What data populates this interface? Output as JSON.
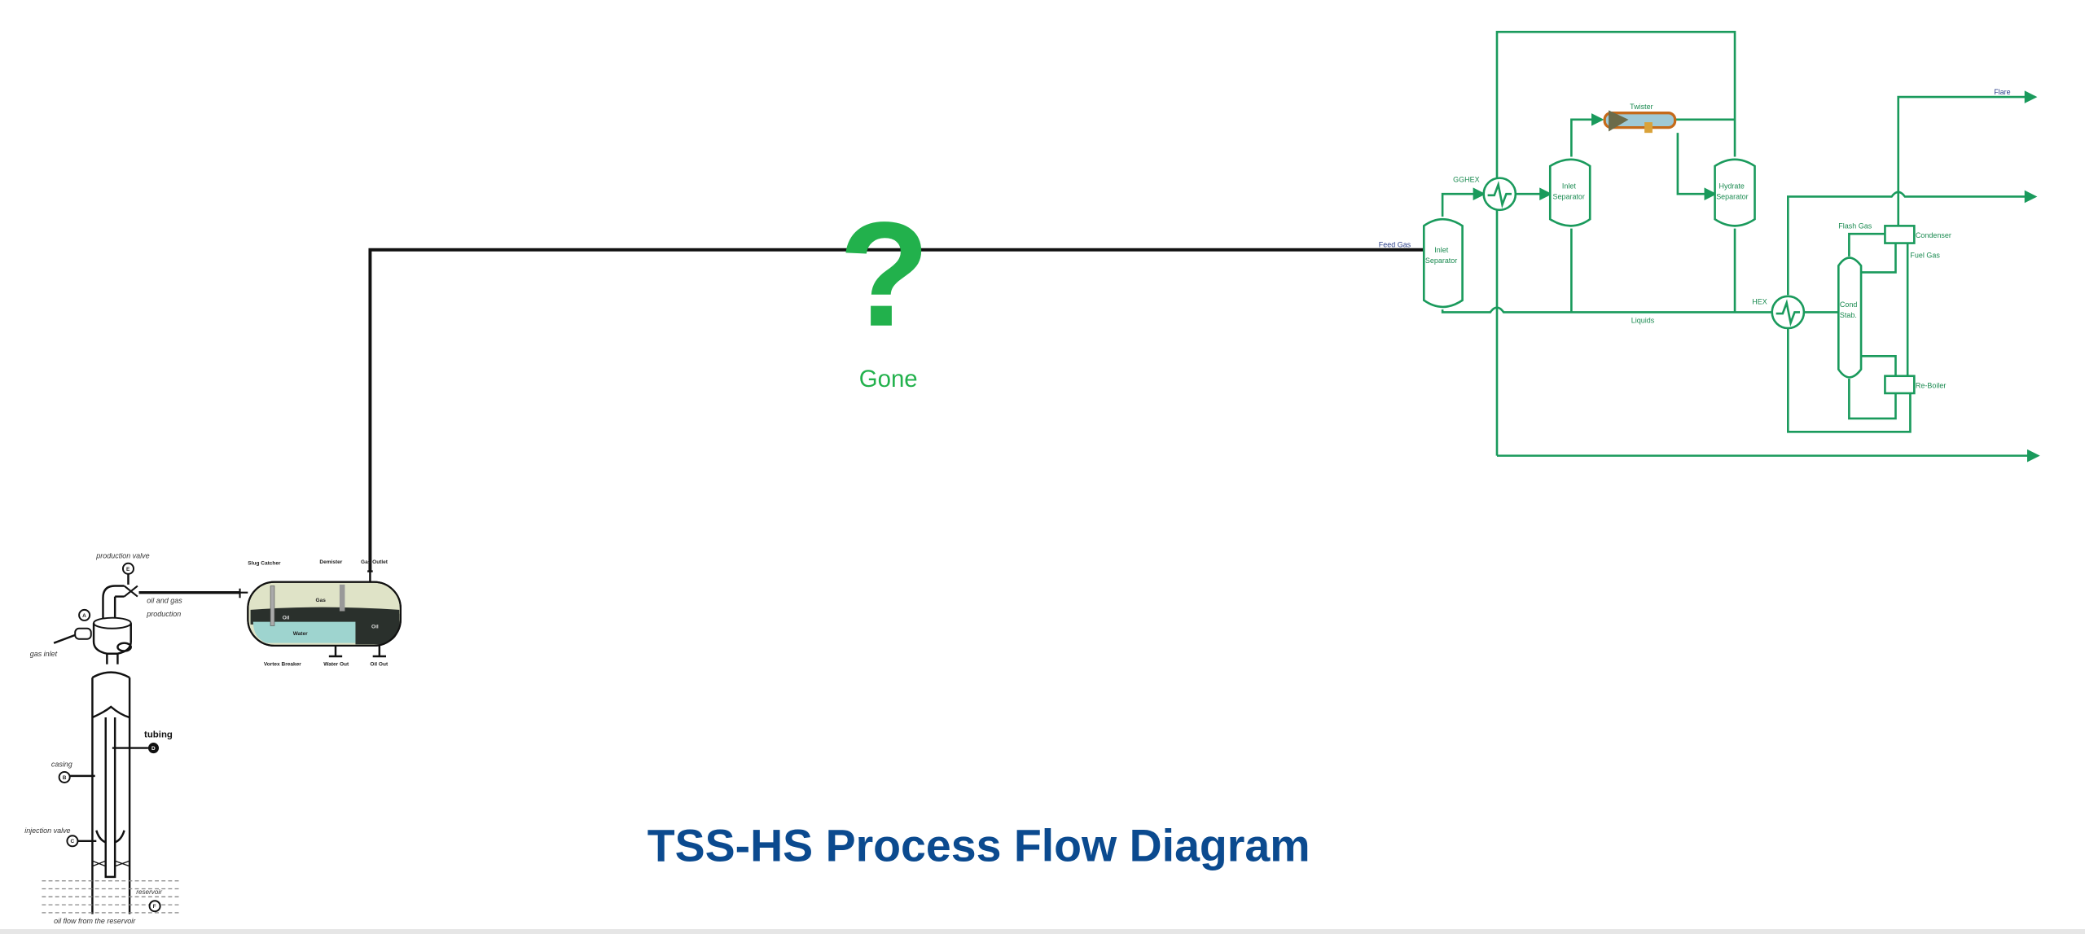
{
  "title": "TSS-HS Process Flow Diagram",
  "question_mark": "?",
  "gone_label": "Gone",
  "colors": {
    "green": "#22b14c",
    "title_blue": "#0b4a8f",
    "pfd_green": "#1a9a5c"
  },
  "well": {
    "production_valve": "production valve",
    "marker_e": "E",
    "oil_gas_1": "oil and gas",
    "oil_gas_2": "production",
    "marker_a": "A",
    "gas_inlet": "gas inlet",
    "tubing": "tubing",
    "marker_d": "D",
    "casing": "casing",
    "marker_b": "B",
    "injection_valve": "injection valve",
    "marker_c": "C",
    "reservoir": "reservoir",
    "marker_f": "F",
    "oil_flow": "oil flow from the reservoir"
  },
  "separator": {
    "slug_catcher": "Slug Catcher",
    "demister": "Demister",
    "gas_outlet": "Gas Outlet",
    "gas": "Gas",
    "oil_left": "Oil",
    "oil_right": "Oil",
    "water": "Water",
    "vortex_breaker": "Vortex Breaker",
    "water_out": "Water Out",
    "oil_out": "Oil Out"
  },
  "pfd": {
    "feed_gas": "Feed Gas",
    "inlet_separator_1a": "Inlet",
    "inlet_separator_1b": "Separator",
    "gghex": "GGHEX",
    "inlet_separator_2a": "Inlet",
    "inlet_separator_2b": "Separator",
    "twister": "Twister",
    "hydrate_separator_a": "Hydrate",
    "hydrate_separator_b": "Separator",
    "liquids": "Liquids",
    "hex": "HEX",
    "flash_gas": "Flash Gas",
    "condenser": "Condenser",
    "fuel_gas": "Fuel Gas",
    "cond_stab_a": "Cond",
    "cond_stab_b": "Stab.",
    "re_boiler": "Re-Boiler",
    "flare": "Flare"
  }
}
